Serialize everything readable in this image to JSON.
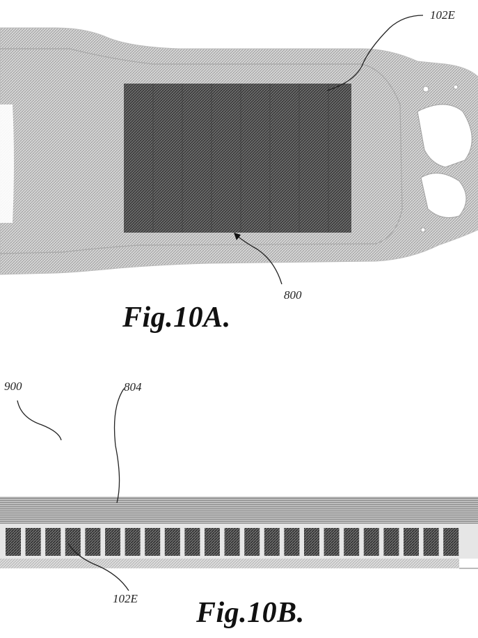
{
  "figA": {
    "caption": "Fig.10A.",
    "ref_top": "102E",
    "ref_bottom": "800"
  },
  "figB": {
    "caption": "Fig.10B.",
    "ref_left": "900",
    "ref_top": "804",
    "ref_bottom": "102E"
  },
  "colors": {
    "light_hatch": "#c8c8c8",
    "dark_hatch": "#5a5a5a",
    "line": "#222222"
  }
}
